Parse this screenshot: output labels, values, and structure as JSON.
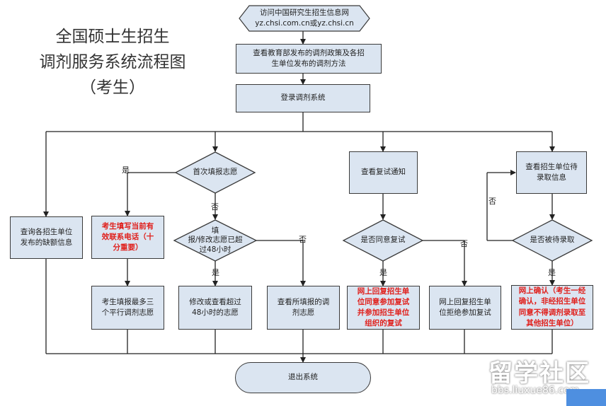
{
  "title": "全国硕士生招生\n调剂服务系统流程图\n（考生）",
  "nodes": {
    "start": "访问中国研究生招生信息网\nyz.chsi.com.cn或yz.chsi.cn",
    "policy": "查看教育部发布的调剂政策及各招\n生单位发布的调剂方法",
    "login": "登录调剂系统",
    "vacancy": "查询各招生单位\n发布的缺额信息",
    "first_fill": "首次填报志愿",
    "contact": "考生填写当前有\n效联系电话（十\n分重要）",
    "fill_three": "考生填报最多三\n个平行调剂志愿",
    "over48": "填\n报/修改志愿已超\n过48小时",
    "modify": "修改或查看超过\n48小时的志愿",
    "view_filled": "查看所填报的调\n剂志愿",
    "retest_notice": "查看复试通知",
    "agree_retest": "是否同意复试",
    "reply_agree": "网上回复招生单\n位同意参加复试\n并参加招生单位\n组织的复试",
    "reply_refuse": "网上回复招生单\n位拒绝参加复试",
    "view_admit": "查看招生单位待\n录取信息",
    "admitted": "是否被待录取",
    "confirm": "网上确认（考生一经\n确认，非经招生单位\n同意不得调剂录取至\n其他招生单位）",
    "exit": "退出系统"
  },
  "labels": {
    "yes": "是",
    "no": "否"
  },
  "watermark": {
    "name": "留学社区",
    "url": "bbs.liuxue86.com"
  }
}
